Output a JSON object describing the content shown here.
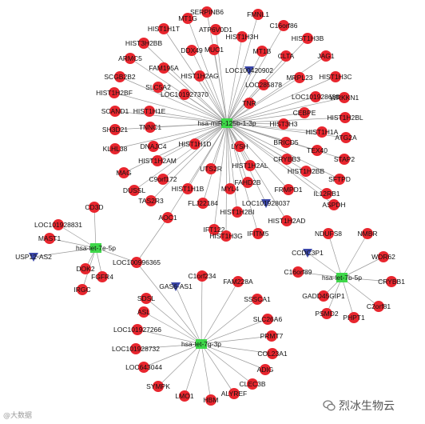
{
  "network": {
    "colors": {
      "mrna": "#e8262e",
      "mirna": "#3fd84a",
      "lncrna": "#3a46a8",
      "edge": "#9a9a9a"
    },
    "hubs": [
      {
        "id": "h1",
        "label": "hsa-miR-125b-1-3p"
      },
      {
        "id": "h2",
        "label": "hsa-let-7e-5p"
      },
      {
        "id": "h3",
        "label": "hsa-let-7g-3p"
      },
      {
        "id": "h4",
        "label": "hsa-let-7b-5p"
      }
    ],
    "nodes": [
      {
        "id": "n1",
        "label": "SERPINB6",
        "type": "mrna"
      },
      {
        "id": "n2",
        "label": "MT1G",
        "type": "mrna"
      },
      {
        "id": "n3",
        "label": "FMNL1",
        "type": "mrna"
      },
      {
        "id": "n4",
        "label": "HIST1H1T",
        "type": "mrna"
      },
      {
        "id": "n5",
        "label": "ATP6V0D1",
        "type": "mrna"
      },
      {
        "id": "n6",
        "label": "C16orf86",
        "type": "mrna"
      },
      {
        "id": "n7",
        "label": "HIST3H2BB",
        "type": "mrna"
      },
      {
        "id": "n8",
        "label": "HIST1H3H",
        "type": "mrna"
      },
      {
        "id": "n9",
        "label": "HIST1H3B",
        "type": "mrna"
      },
      {
        "id": "n10",
        "label": "ARMC5",
        "type": "mrna"
      },
      {
        "id": "n11",
        "label": "DDX49",
        "type": "mrna"
      },
      {
        "id": "n12",
        "label": "MUC1",
        "type": "mrna"
      },
      {
        "id": "n13",
        "label": "MT1B",
        "type": "mrna"
      },
      {
        "id": "n14",
        "label": "JAG1",
        "type": "mrna"
      },
      {
        "id": "n15",
        "label": "FAM195A",
        "type": "mrna"
      },
      {
        "id": "n16",
        "label": "LOC100420902",
        "type": "lncrna"
      },
      {
        "id": "n17",
        "label": "CLTA",
        "type": "mrna"
      },
      {
        "id": "n18",
        "label": "SCGB2B2",
        "type": "mrna"
      },
      {
        "id": "n19",
        "label": "HIST1H2AG",
        "type": "mrna"
      },
      {
        "id": "n20",
        "label": "MRPL23",
        "type": "mrna"
      },
      {
        "id": "n21",
        "label": "HIST1H3C",
        "type": "mrna"
      },
      {
        "id": "n22",
        "label": "SLC5A2",
        "type": "mrna"
      },
      {
        "id": "n23",
        "label": "LOC285878",
        "type": "mrna"
      },
      {
        "id": "n24",
        "label": "HIST1H2BF",
        "type": "mrna"
      },
      {
        "id": "n25",
        "label": "LOC101927370",
        "type": "mrna"
      },
      {
        "id": "n26",
        "label": "LOC101928638",
        "type": "mrna"
      },
      {
        "id": "n27",
        "label": "WRKKN1",
        "type": "mrna"
      },
      {
        "id": "n28",
        "label": "TNR",
        "type": "mrna"
      },
      {
        "id": "n29",
        "label": "SCAND1",
        "type": "mrna"
      },
      {
        "id": "n30",
        "label": "HIST1H1E",
        "type": "mrna"
      },
      {
        "id": "n31",
        "label": "CEBPE",
        "type": "mrna"
      },
      {
        "id": "n32",
        "label": "HIST1H2BL",
        "type": "mrna"
      },
      {
        "id": "n33",
        "label": "TNNC1",
        "type": "mrna"
      },
      {
        "id": "n34",
        "label": "HIST3H3",
        "type": "mrna"
      },
      {
        "id": "n35",
        "label": "SH3D21",
        "type": "mrna"
      },
      {
        "id": "n36",
        "label": "HIST1H1A",
        "type": "mrna"
      },
      {
        "id": "n37",
        "label": "ATG2A",
        "type": "mrna"
      },
      {
        "id": "n38",
        "label": "HIST1H1D",
        "type": "mrna"
      },
      {
        "id": "n39",
        "label": "LYSH",
        "type": "mrna"
      },
      {
        "id": "n40",
        "label": "BRICD5",
        "type": "mrna"
      },
      {
        "id": "n41",
        "label": "DNAJC4",
        "type": "mrna"
      },
      {
        "id": "n42",
        "label": "TEX40",
        "type": "mrna"
      },
      {
        "id": "n43",
        "label": "KLHL38",
        "type": "mrna"
      },
      {
        "id": "n44",
        "label": "CRYBB3",
        "type": "mrna"
      },
      {
        "id": "n45",
        "label": "STAP2",
        "type": "mrna"
      },
      {
        "id": "n46",
        "label": "HIST1H2AM",
        "type": "mrna"
      },
      {
        "id": "n47",
        "label": "UTS2R",
        "type": "mrna"
      },
      {
        "id": "n48",
        "label": "HIST1H2AL",
        "type": "mrna"
      },
      {
        "id": "n49",
        "label": "HIST1H2BB",
        "type": "mrna"
      },
      {
        "id": "n50",
        "label": "SFTPD",
        "type": "mrna"
      },
      {
        "id": "n51",
        "label": "MAG",
        "type": "mrna"
      },
      {
        "id": "n52",
        "label": "C9orf172",
        "type": "mrna"
      },
      {
        "id": "n53",
        "label": "FAHD2B",
        "type": "mrna"
      },
      {
        "id": "n54",
        "label": "FRMPD1",
        "type": "mrna"
      },
      {
        "id": "n55",
        "label": "DUSSL",
        "type": "mrna"
      },
      {
        "id": "n56",
        "label": "HIST1H1B",
        "type": "mrna"
      },
      {
        "id": "n57",
        "label": "MYL4",
        "type": "mrna"
      },
      {
        "id": "n58",
        "label": "IL12RB1",
        "type": "mrna"
      },
      {
        "id": "n59",
        "label": "TAS2R3",
        "type": "mrna"
      },
      {
        "id": "n60",
        "label": "FLJ22184",
        "type": "mrna"
      },
      {
        "id": "n61",
        "label": "LOC101928037",
        "type": "lncrna"
      },
      {
        "id": "n62",
        "label": "ASPDH",
        "type": "mrna"
      },
      {
        "id": "n63",
        "label": "HIST1H2BI",
        "type": "mrna"
      },
      {
        "id": "n64",
        "label": "AOC1",
        "type": "mrna"
      },
      {
        "id": "n65",
        "label": "HIST1H2AD",
        "type": "mrna"
      },
      {
        "id": "n66",
        "label": "IFT122",
        "type": "mrna"
      },
      {
        "id": "n67",
        "label": "HIST1H3G",
        "type": "mrna"
      },
      {
        "id": "n68",
        "label": "IFITM5",
        "type": "mrna"
      },
      {
        "id": "n69",
        "label": "CD3D",
        "type": "mrna"
      },
      {
        "id": "n70",
        "label": "LOC101928831",
        "type": "mrna"
      },
      {
        "id": "n71",
        "label": "MAST1",
        "type": "mrna"
      },
      {
        "id": "n72",
        "label": "USP12-AS2",
        "type": "lncrna"
      },
      {
        "id": "n73",
        "label": "DOK2",
        "type": "mrna"
      },
      {
        "id": "n74",
        "label": "FGFR4",
        "type": "mrna"
      },
      {
        "id": "n75",
        "label": "IRGC",
        "type": "mrna"
      },
      {
        "id": "n76",
        "label": "LOC100996365",
        "type": "mrna"
      },
      {
        "id": "n77",
        "label": "NDUFS8",
        "type": "mrna"
      },
      {
        "id": "n78",
        "label": "NMBR",
        "type": "mrna"
      },
      {
        "id": "n79",
        "label": "CCDC3P1",
        "type": "lncrna"
      },
      {
        "id": "n80",
        "label": "WDR62",
        "type": "mrna"
      },
      {
        "id": "n81",
        "label": "C16orf89",
        "type": "mrna"
      },
      {
        "id": "n82",
        "label": "CRYBB1",
        "type": "mrna"
      },
      {
        "id": "n83",
        "label": "GADD45GIP1",
        "type": "mrna"
      },
      {
        "id": "n84",
        "label": "C2orf81",
        "type": "mrna"
      },
      {
        "id": "n85",
        "label": "PSMD2",
        "type": "mrna"
      },
      {
        "id": "n86",
        "label": "PHPT1",
        "type": "mrna"
      },
      {
        "id": "n87",
        "label": "C1orf234",
        "type": "mrna"
      },
      {
        "id": "n88",
        "label": "GAS6-AS1",
        "type": "lncrna"
      },
      {
        "id": "n89",
        "label": "FAM228A",
        "type": "mrna"
      },
      {
        "id": "n90",
        "label": "SDSL",
        "type": "mrna"
      },
      {
        "id": "n91",
        "label": "SSSCA1",
        "type": "mrna"
      },
      {
        "id": "n92",
        "label": "ASL",
        "type": "mrna"
      },
      {
        "id": "n93",
        "label": "SLC26A6",
        "type": "mrna"
      },
      {
        "id": "n94",
        "label": "LOC101927266",
        "type": "mrna"
      },
      {
        "id": "n95",
        "label": "PRMT7",
        "type": "mrna"
      },
      {
        "id": "n96",
        "label": "LOC101928732",
        "type": "mrna"
      },
      {
        "id": "n97",
        "label": "COL23A1",
        "type": "mrna"
      },
      {
        "id": "n98",
        "label": "LOC643044",
        "type": "mrna"
      },
      {
        "id": "n99",
        "label": "ADIG",
        "type": "mrna"
      },
      {
        "id": "n100",
        "label": "CLEC3B",
        "type": "mrna"
      },
      {
        "id": "n101",
        "label": "SYMPK",
        "type": "mrna"
      },
      {
        "id": "n102",
        "label": "ALYREF",
        "type": "mrna"
      },
      {
        "id": "n103",
        "label": "LMO1",
        "type": "mrna"
      },
      {
        "id": "n104",
        "label": "HBM",
        "type": "mrna"
      }
    ],
    "edges": [
      [
        "h1",
        "n1"
      ],
      [
        "h1",
        "n2"
      ],
      [
        "h1",
        "n3"
      ],
      [
        "h1",
        "n4"
      ],
      [
        "h1",
        "n5"
      ],
      [
        "h1",
        "n6"
      ],
      [
        "h1",
        "n7"
      ],
      [
        "h1",
        "n8"
      ],
      [
        "h1",
        "n9"
      ],
      [
        "h1",
        "n10"
      ],
      [
        "h1",
        "n11"
      ],
      [
        "h1",
        "n12"
      ],
      [
        "h1",
        "n13"
      ],
      [
        "h1",
        "n14"
      ],
      [
        "h1",
        "n15"
      ],
      [
        "h1",
        "n16"
      ],
      [
        "h1",
        "n17"
      ],
      [
        "h1",
        "n18"
      ],
      [
        "h1",
        "n19"
      ],
      [
        "h1",
        "n20"
      ],
      [
        "h1",
        "n21"
      ],
      [
        "h1",
        "n22"
      ],
      [
        "h1",
        "n23"
      ],
      [
        "h1",
        "n24"
      ],
      [
        "h1",
        "n25"
      ],
      [
        "h1",
        "n26"
      ],
      [
        "h1",
        "n27"
      ],
      [
        "h1",
        "n28"
      ],
      [
        "h1",
        "n29"
      ],
      [
        "h1",
        "n30"
      ],
      [
        "h1",
        "n31"
      ],
      [
        "h1",
        "n32"
      ],
      [
        "h1",
        "n33"
      ],
      [
        "h1",
        "n34"
      ],
      [
        "h1",
        "n35"
      ],
      [
        "h1",
        "n36"
      ],
      [
        "h1",
        "n37"
      ],
      [
        "h1",
        "n38"
      ],
      [
        "h1",
        "n39"
      ],
      [
        "h1",
        "n40"
      ],
      [
        "h1",
        "n41"
      ],
      [
        "h1",
        "n42"
      ],
      [
        "h1",
        "n43"
      ],
      [
        "h1",
        "n44"
      ],
      [
        "h1",
        "n45"
      ],
      [
        "h1",
        "n46"
      ],
      [
        "h1",
        "n47"
      ],
      [
        "h1",
        "n48"
      ],
      [
        "h1",
        "n49"
      ],
      [
        "h1",
        "n50"
      ],
      [
        "h1",
        "n51"
      ],
      [
        "h1",
        "n52"
      ],
      [
        "h1",
        "n53"
      ],
      [
        "h1",
        "n54"
      ],
      [
        "h1",
        "n55"
      ],
      [
        "h1",
        "n56"
      ],
      [
        "h1",
        "n57"
      ],
      [
        "h1",
        "n58"
      ],
      [
        "h1",
        "n59"
      ],
      [
        "h1",
        "n60"
      ],
      [
        "h1",
        "n61"
      ],
      [
        "h1",
        "n62"
      ],
      [
        "h1",
        "n63"
      ],
      [
        "h1",
        "n64"
      ],
      [
        "h1",
        "n65"
      ],
      [
        "h1",
        "n66"
      ],
      [
        "h1",
        "n67"
      ],
      [
        "h1",
        "n68"
      ],
      [
        "h2",
        "n69"
      ],
      [
        "h2",
        "n70"
      ],
      [
        "h2",
        "n71"
      ],
      [
        "h2",
        "n72"
      ],
      [
        "h2",
        "n73"
      ],
      [
        "h2",
        "n74"
      ],
      [
        "h2",
        "n75"
      ],
      [
        "h2",
        "n76"
      ],
      [
        "h4",
        "n77"
      ],
      [
        "h4",
        "n78"
      ],
      [
        "h4",
        "n79"
      ],
      [
        "h4",
        "n80"
      ],
      [
        "h4",
        "n81"
      ],
      [
        "h4",
        "n82"
      ],
      [
        "h4",
        "n83"
      ],
      [
        "h4",
        "n84"
      ],
      [
        "h4",
        "n85"
      ],
      [
        "h4",
        "n86"
      ],
      [
        "h3",
        "n76"
      ],
      [
        "h3",
        "n87"
      ],
      [
        "h3",
        "n88"
      ],
      [
        "h3",
        "n89"
      ],
      [
        "h3",
        "n90"
      ],
      [
        "h3",
        "n91"
      ],
      [
        "h3",
        "n92"
      ],
      [
        "h3",
        "n93"
      ],
      [
        "h3",
        "n94"
      ],
      [
        "h3",
        "n95"
      ],
      [
        "h3",
        "n96"
      ],
      [
        "h3",
        "n97"
      ],
      [
        "h3",
        "n98"
      ],
      [
        "h3",
        "n99"
      ],
      [
        "h3",
        "n100"
      ],
      [
        "h3",
        "n101"
      ],
      [
        "h3",
        "n102"
      ],
      [
        "h3",
        "n103"
      ],
      [
        "h3",
        "n104"
      ],
      [
        "n64",
        "n76"
      ]
    ]
  },
  "watermark": {
    "text": "烈冰生物云"
  },
  "corner_text": "@大数据"
}
